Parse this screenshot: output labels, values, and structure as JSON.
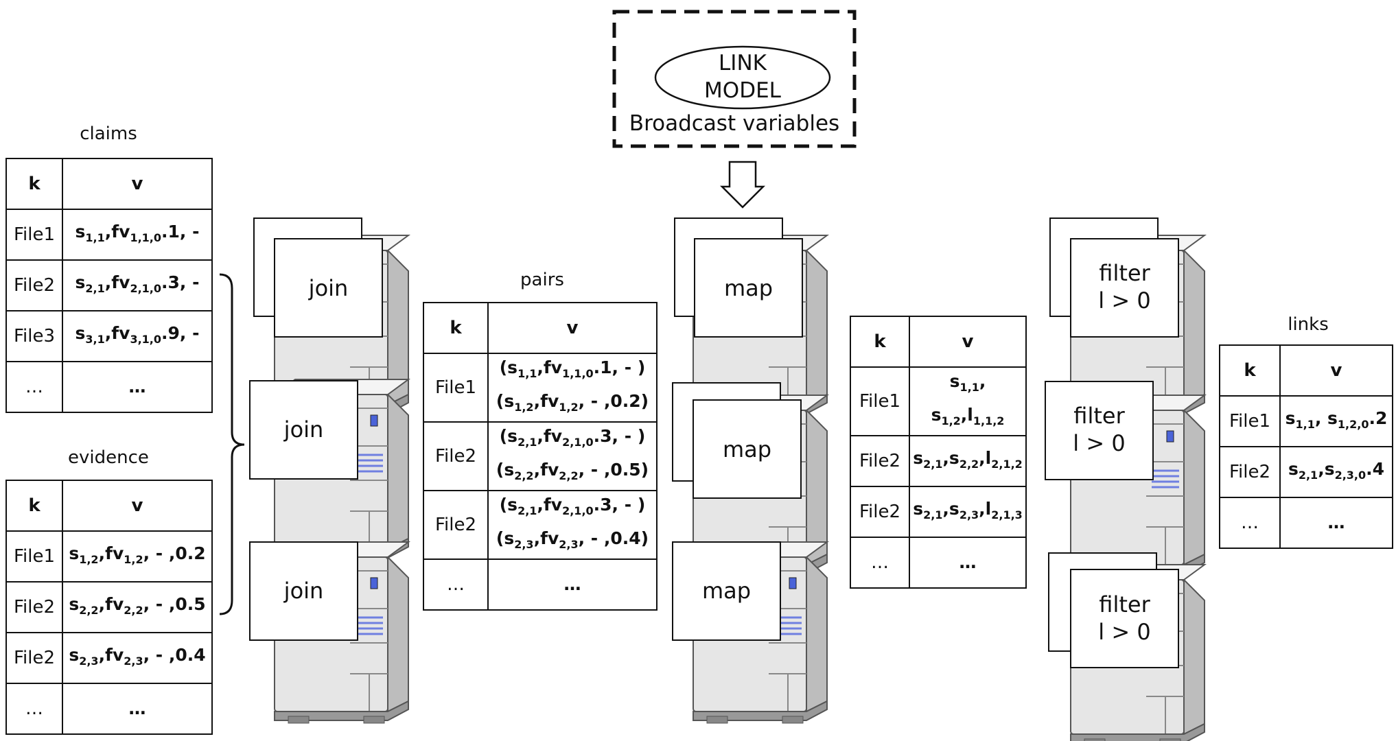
{
  "broadcast": {
    "title_line1": "LINK",
    "title_line2": "MODEL",
    "caption": "Broadcast variables"
  },
  "claims": {
    "caption": "claims",
    "header": {
      "k": "k",
      "v": "v"
    },
    "rows": [
      {
        "k": "File1",
        "v": "s1,1,fv1,1,0.1, -"
      },
      {
        "k": "File2",
        "v": "s2,1,fv2,1,0.3, -"
      },
      {
        "k": "File3",
        "v": "s3,1,fv3,1,0.9, -"
      },
      {
        "k": "…",
        "v": "…"
      }
    ]
  },
  "evidence": {
    "caption": "evidence",
    "header": {
      "k": "k",
      "v": "v"
    },
    "rows": [
      {
        "k": "File1",
        "v": "s1,2,fv1,2, - ,0.2"
      },
      {
        "k": "File2",
        "v": "s2,2,fv2,2, - ,0.5"
      },
      {
        "k": "File2",
        "v": "s2,3,fv2,3, - ,0.4"
      },
      {
        "k": "…",
        "v": "…"
      }
    ]
  },
  "pairs": {
    "caption": "pairs",
    "header": {
      "k": "k",
      "v": "v"
    },
    "rows": [
      {
        "k": "File1",
        "v1": "(s1,1,fv1,1,0.1, - )",
        "v2": "(s1,2,fv1,2, - ,0.2)"
      },
      {
        "k": "File2",
        "v1": "(s2,1,fv2,1,0.3, - )",
        "v2": "(s2,2,fv2,2, - ,0.5)"
      },
      {
        "k": "File2",
        "v1": "(s2,1,fv2,1,0.3, - )",
        "v2": "(s2,3,fv2,3, - ,0.4)"
      },
      {
        "k": "…",
        "v1": "…",
        "v2": ""
      }
    ]
  },
  "scored": {
    "header": {
      "k": "k",
      "v": "v"
    },
    "rows": [
      {
        "k": "File1",
        "v": "s1,1, s1,2,l1,1,2"
      },
      {
        "k": "File2",
        "v": "s2,1,s2,2,l2,1,2"
      },
      {
        "k": "File2",
        "v": "s2,1,s2,3,l2,1,3"
      },
      {
        "k": "…",
        "v": "…"
      }
    ]
  },
  "links": {
    "caption": "links",
    "header": {
      "k": "k",
      "v": "v"
    },
    "rows": [
      {
        "k": "File1",
        "v": "s1,1, s1,2,0.2"
      },
      {
        "k": "File2",
        "v": "s2,1,s2,3,0.4"
      },
      {
        "k": "…",
        "v": "…"
      }
    ]
  },
  "operations": {
    "join": "join",
    "map": "map",
    "filter_line1": "filter",
    "filter_line2": "l > 0"
  },
  "colors": {
    "stroke": "#111111",
    "server_body": "#e6e6e6",
    "server_light": "#f4f4f4",
    "server_dark": "#bdbdbd",
    "server_stripe": "#6f7fe0",
    "server_led": "#4a63d8"
  }
}
